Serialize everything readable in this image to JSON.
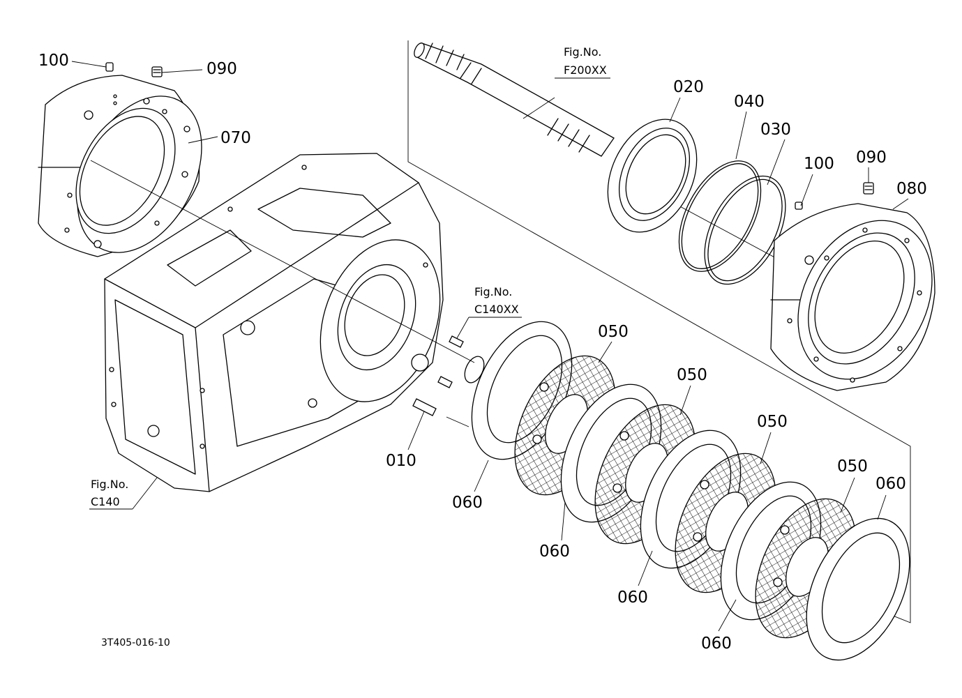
{
  "drawing_code": "3T405-016-10",
  "part_labels": {
    "p010": "010",
    "p020": "020",
    "p030": "030",
    "p040": "040",
    "p050a": "050",
    "p050b": "050",
    "p050c": "050",
    "p050d": "050",
    "p060a": "060",
    "p060b": "060",
    "p060c": "060",
    "p060d": "060",
    "p060e": "060",
    "p070": "070",
    "p080": "080",
    "p090a": "090",
    "p090b": "090",
    "p100a": "100",
    "p100b": "100"
  },
  "figure_refs": {
    "f200": {
      "caption": "Fig.No.",
      "code": "F200XX"
    },
    "c140xx": {
      "caption": "Fig.No.",
      "code": "C140XX"
    },
    "c140": {
      "caption": "Fig.No.",
      "code": "C140"
    }
  }
}
